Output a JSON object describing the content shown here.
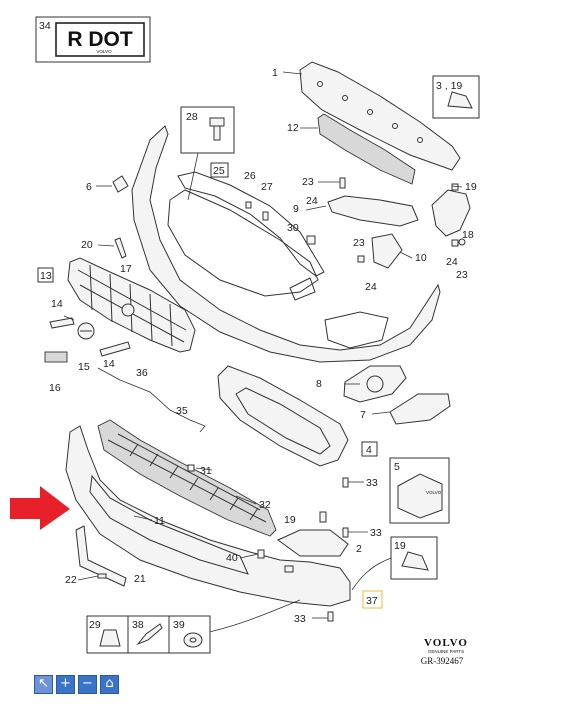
{
  "plate": {
    "callout": "34",
    "text": "R DOT",
    "brand": "VOLVO"
  },
  "brand": {
    "name": "VOLVO",
    "tagline": "GENUINE PARTS",
    "ref": "GR-392467"
  },
  "callouts": [
    {
      "id": "c1",
      "label": "1"
    },
    {
      "id": "c2",
      "label": "2"
    },
    {
      "id": "c3-19",
      "label": "3 , 19"
    },
    {
      "id": "c4",
      "label": "4"
    },
    {
      "id": "c5",
      "label": "5"
    },
    {
      "id": "c6",
      "label": "6"
    },
    {
      "id": "c7",
      "label": "7"
    },
    {
      "id": "c8",
      "label": "8"
    },
    {
      "id": "c9",
      "label": "9"
    },
    {
      "id": "c10",
      "label": "10"
    },
    {
      "id": "c11",
      "label": "11"
    },
    {
      "id": "c12",
      "label": "12"
    },
    {
      "id": "c13",
      "label": "13"
    },
    {
      "id": "c14a",
      "label": "14"
    },
    {
      "id": "c14b",
      "label": "14"
    },
    {
      "id": "c15",
      "label": "15"
    },
    {
      "id": "c16",
      "label": "16"
    },
    {
      "id": "c17",
      "label": "17"
    },
    {
      "id": "c18",
      "label": "18"
    },
    {
      "id": "c19a",
      "label": "19"
    },
    {
      "id": "c19b",
      "label": "19"
    },
    {
      "id": "c19c",
      "label": "19"
    },
    {
      "id": "c20",
      "label": "20"
    },
    {
      "id": "c21",
      "label": "21"
    },
    {
      "id": "c22",
      "label": "22"
    },
    {
      "id": "c23a",
      "label": "23"
    },
    {
      "id": "c23b",
      "label": "23"
    },
    {
      "id": "c23c",
      "label": "23"
    },
    {
      "id": "c24a",
      "label": "24"
    },
    {
      "id": "c24b",
      "label": "24"
    },
    {
      "id": "c24c",
      "label": "24"
    },
    {
      "id": "c25",
      "label": "25"
    },
    {
      "id": "c26",
      "label": "26"
    },
    {
      "id": "c27",
      "label": "27"
    },
    {
      "id": "c28",
      "label": "28"
    },
    {
      "id": "c29",
      "label": "29"
    },
    {
      "id": "c30",
      "label": "30"
    },
    {
      "id": "c31",
      "label": "31"
    },
    {
      "id": "c32",
      "label": "32"
    },
    {
      "id": "c33a",
      "label": "33"
    },
    {
      "id": "c33b",
      "label": "33"
    },
    {
      "id": "c33c",
      "label": "33"
    },
    {
      "id": "c35",
      "label": "35"
    },
    {
      "id": "c36",
      "label": "36"
    },
    {
      "id": "c37",
      "label": "37"
    },
    {
      "id": "c38",
      "label": "38"
    },
    {
      "id": "c39",
      "label": "39"
    },
    {
      "id": "c40",
      "label": "40"
    }
  ],
  "toolbar": {
    "buttons": [
      {
        "name": "select-tool",
        "glyph": "↖"
      },
      {
        "name": "zoom-in",
        "glyph": "+"
      },
      {
        "name": "zoom-out",
        "glyph": "−"
      },
      {
        "name": "home",
        "glyph": "⌂"
      }
    ]
  },
  "colors": {
    "arrow": "#e8202a",
    "highlight_box": "#e3c33a",
    "toolbar": "#3a74c9"
  }
}
